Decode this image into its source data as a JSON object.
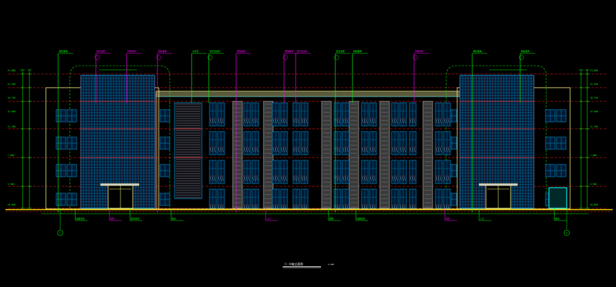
{
  "drawing": {
    "title": "①-⑨轴立面图",
    "scale": "1:100",
    "colors": {
      "background": "#000000",
      "frame": "#ffff80",
      "glazing": "#00b4ff",
      "mullion": "#ff4040",
      "dimension": "#00ff00",
      "leader": "#ff00ff",
      "level": "#ff2020",
      "column": "#c8c8c8",
      "ground": "#ffd000",
      "door": "#00ffff"
    },
    "level_labels_left": [
      "23.800",
      "22.200",
      "18.750",
      "15.900",
      "11.700",
      "7.800",
      "3.900",
      "±0.000"
    ],
    "level_labels_right": [
      "23.800",
      "22.200",
      "18.750",
      "15.900",
      "11.700",
      "7.800",
      "3.900",
      "±0.000"
    ],
    "top_tags": [
      "绿色玻璃",
      "铝合金框",
      "外墙涂料",
      "铝板幕墙",
      "水洗石",
      "浅灰色涂料",
      "铝板装饰",
      "玻璃幕墙",
      "浅灰色涂料",
      "铝合金框",
      "铝板幕墙",
      "外墙涂料",
      "绿色玻璃",
      "铝板装饰"
    ],
    "bottom_tags": [
      "地面标高",
      "台阶",
      "室外地坪",
      "散水",
      "入口",
      "雨篷",
      "地面标高",
      "台阶",
      "入口",
      "散水"
    ],
    "axis_marks": [
      "1",
      "9"
    ]
  }
}
